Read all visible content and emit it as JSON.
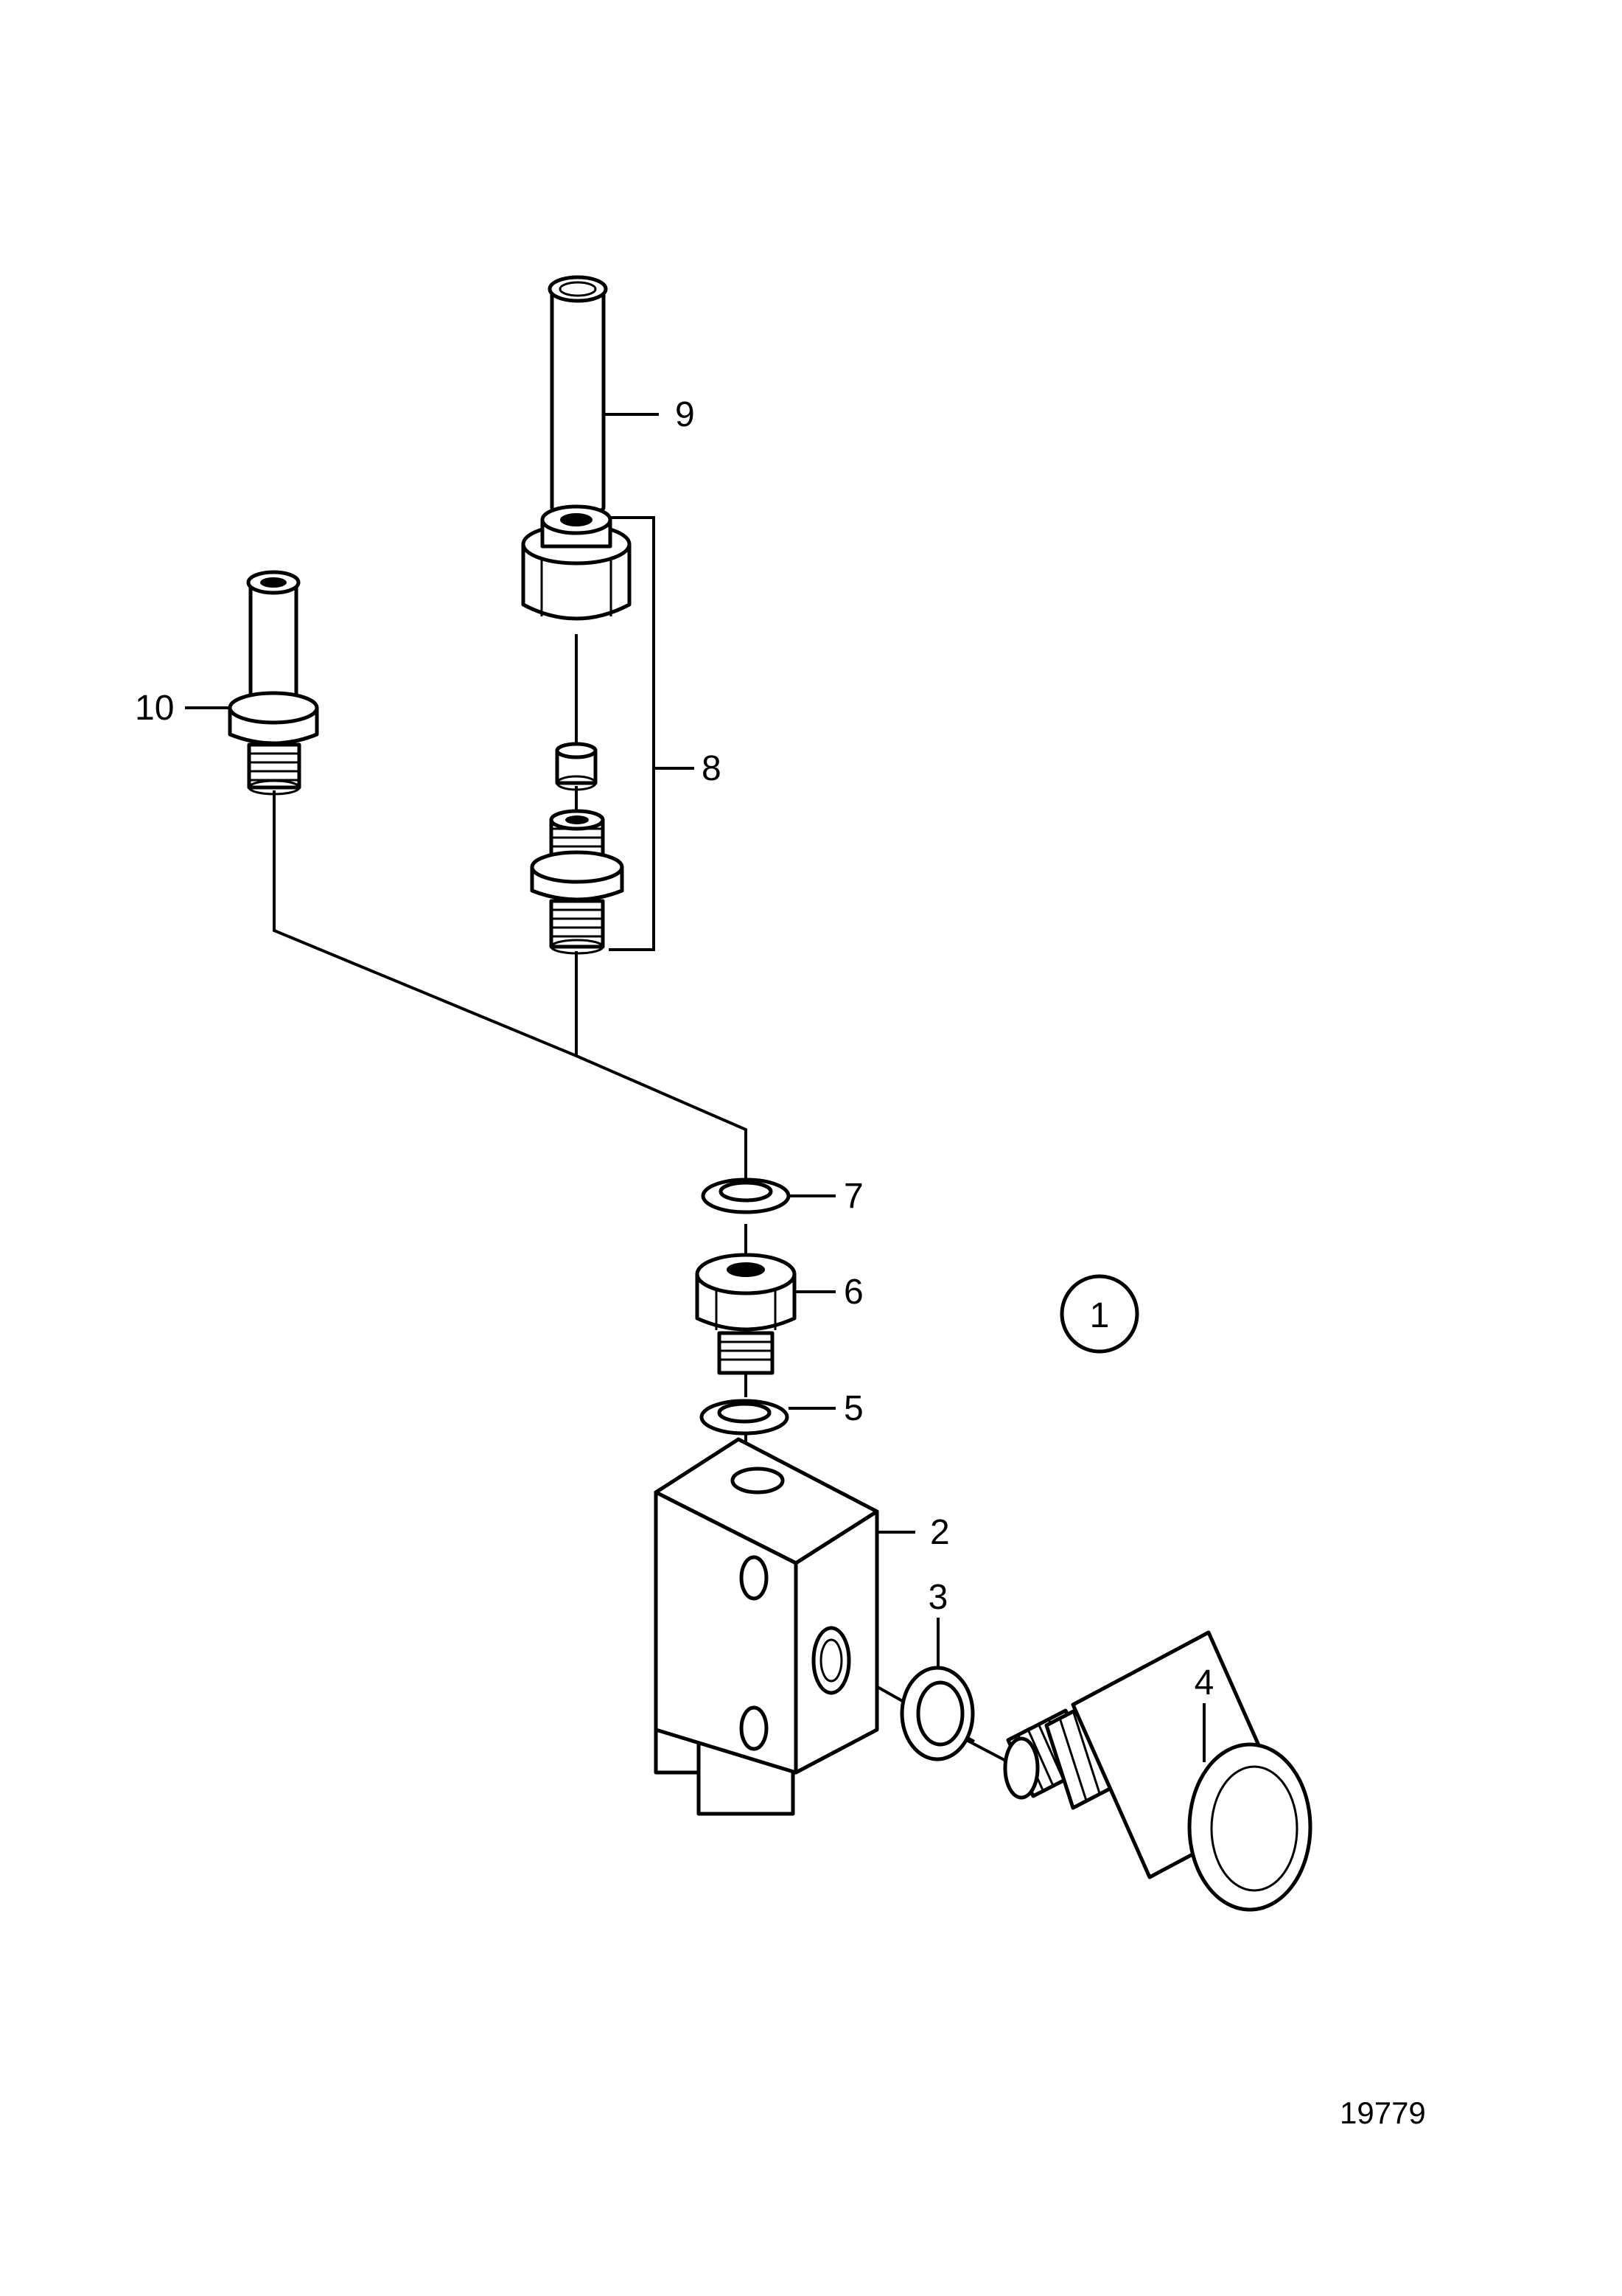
{
  "callouts": {
    "c1": "1",
    "c2": "2",
    "c3": "3",
    "c4": "4",
    "c5": "5",
    "c6": "6",
    "c7": "7",
    "c8": "8",
    "c9": "9",
    "c10": "10"
  },
  "figure_number": "19779",
  "colors": {
    "line": "#000000",
    "background": "#ffffff"
  }
}
